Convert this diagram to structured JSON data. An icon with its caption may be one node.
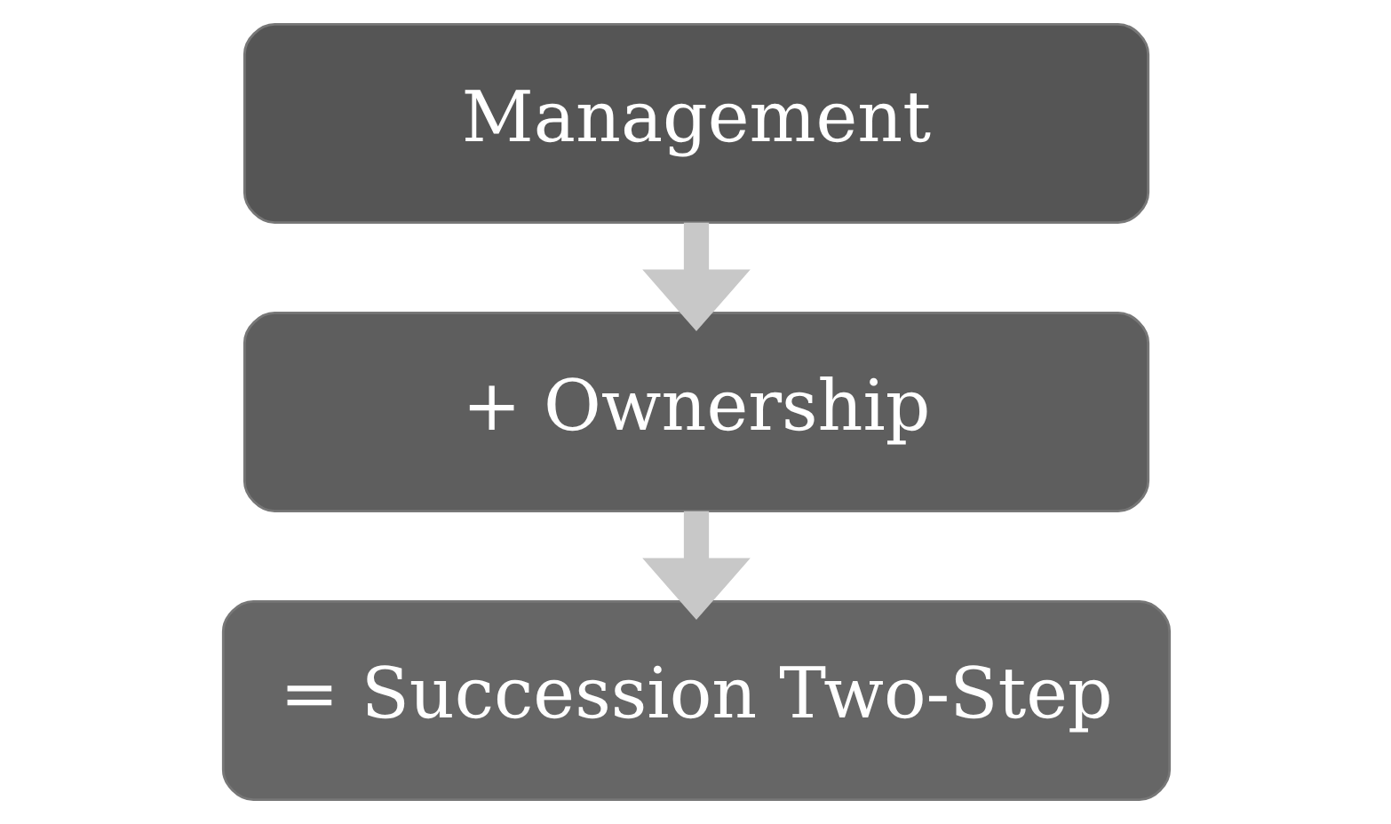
{
  "diagram": {
    "nodes": [
      {
        "text": [
          "Management"
        ]
      },
      {
        "text": [
          "+ Ownership"
        ]
      },
      {
        "text": [
          "= Succession Two-Step"
        ]
      }
    ],
    "edges": [
      {
        "from": 0,
        "to": 1,
        "arrow": "to"
      },
      {
        "from": 1,
        "to": 2,
        "arrow": "to"
      }
    ]
  }
}
